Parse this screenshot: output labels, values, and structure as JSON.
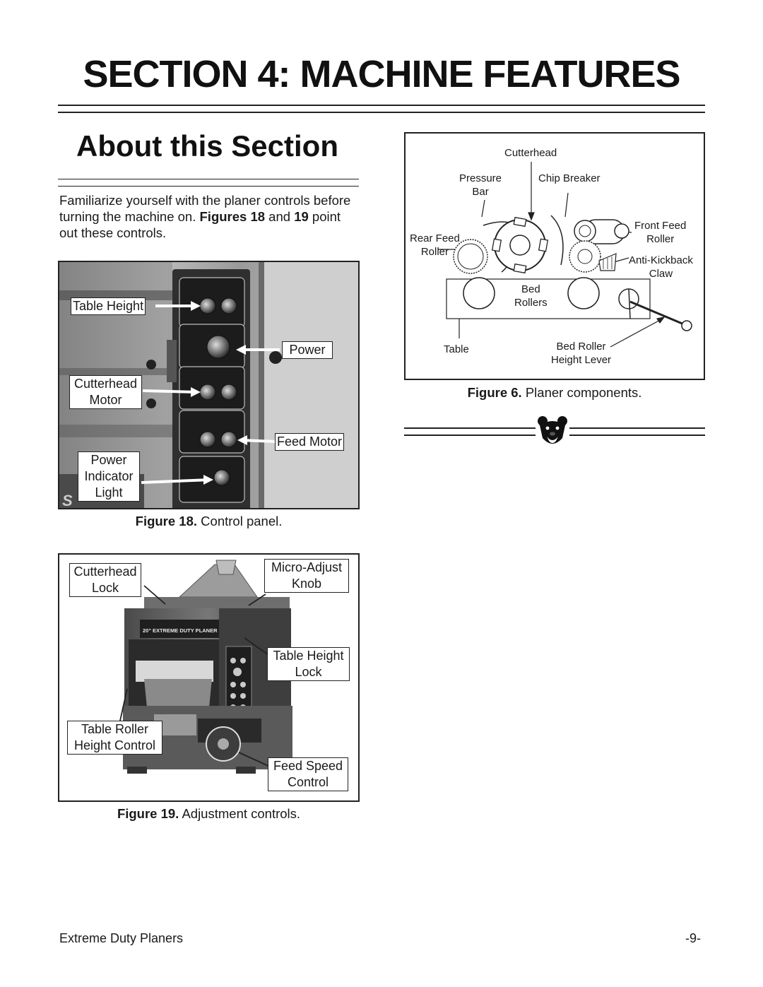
{
  "page": {
    "section_title": "SECTION 4: MACHINE FEATURES",
    "heading": "About this Section",
    "intro": {
      "t1": "Familiarize yourself with the planer controls before turning the machine on. ",
      "b1": "Figures 18",
      "t2": " and ",
      "b2": "19",
      "t3": " point out these controls."
    }
  },
  "figure18": {
    "caption_num": "Figure 18.",
    "caption_text": " Control panel.",
    "labels": {
      "table_height": "Table Height",
      "power": "Power",
      "cutterhead_motor_1": "Cutterhead",
      "cutterhead_motor_2": "Motor",
      "feed_motor": "Feed Motor",
      "indicator_1": "Power",
      "indicator_2": "Indicator",
      "indicator_3": "Light"
    }
  },
  "figure19": {
    "caption_num": "Figure 19.",
    "caption_text": " Adjustment controls.",
    "labels": {
      "cutterhead_lock_1": "Cutterhead",
      "cutterhead_lock_2": "Lock",
      "micro_adjust_1": "Micro-Adjust",
      "micro_adjust_2": "Knob",
      "table_height_lock_1": "Table Height",
      "table_height_lock_2": "Lock",
      "table_roller_1": "Table Roller",
      "table_roller_2": "Height Control",
      "feed_speed_1": "Feed Speed",
      "feed_speed_2": "Control"
    },
    "machine_plate": "20\" EXTREME DUTY PLANER"
  },
  "figure6": {
    "caption_num": "Figure 6.",
    "caption_text": " Planer components.",
    "labels": {
      "cutterhead": "Cutterhead",
      "pressure_bar_1": "Pressure",
      "pressure_bar_2": "Bar",
      "chip_breaker": "Chip Breaker",
      "front_feed_1": "Front Feed",
      "front_feed_2": "Roller",
      "rear_feed_1": "Rear Feed",
      "rear_feed_2": "Roller",
      "anti_kickback_1": "Anti-Kickback",
      "anti_kickback_2": "Claw",
      "bed_rollers_1": "Bed",
      "bed_rollers_2": "Rollers",
      "table": "Table",
      "bed_roller_lever_1": "Bed Roller",
      "bed_roller_lever_2": "Height Lever"
    }
  },
  "footer": {
    "left": "Extreme Duty Planers",
    "right": "-9-"
  },
  "colors": {
    "text": "#1a1a1a",
    "photo_dark": "#3a3a3a",
    "photo_light": "#a8a8a8"
  }
}
